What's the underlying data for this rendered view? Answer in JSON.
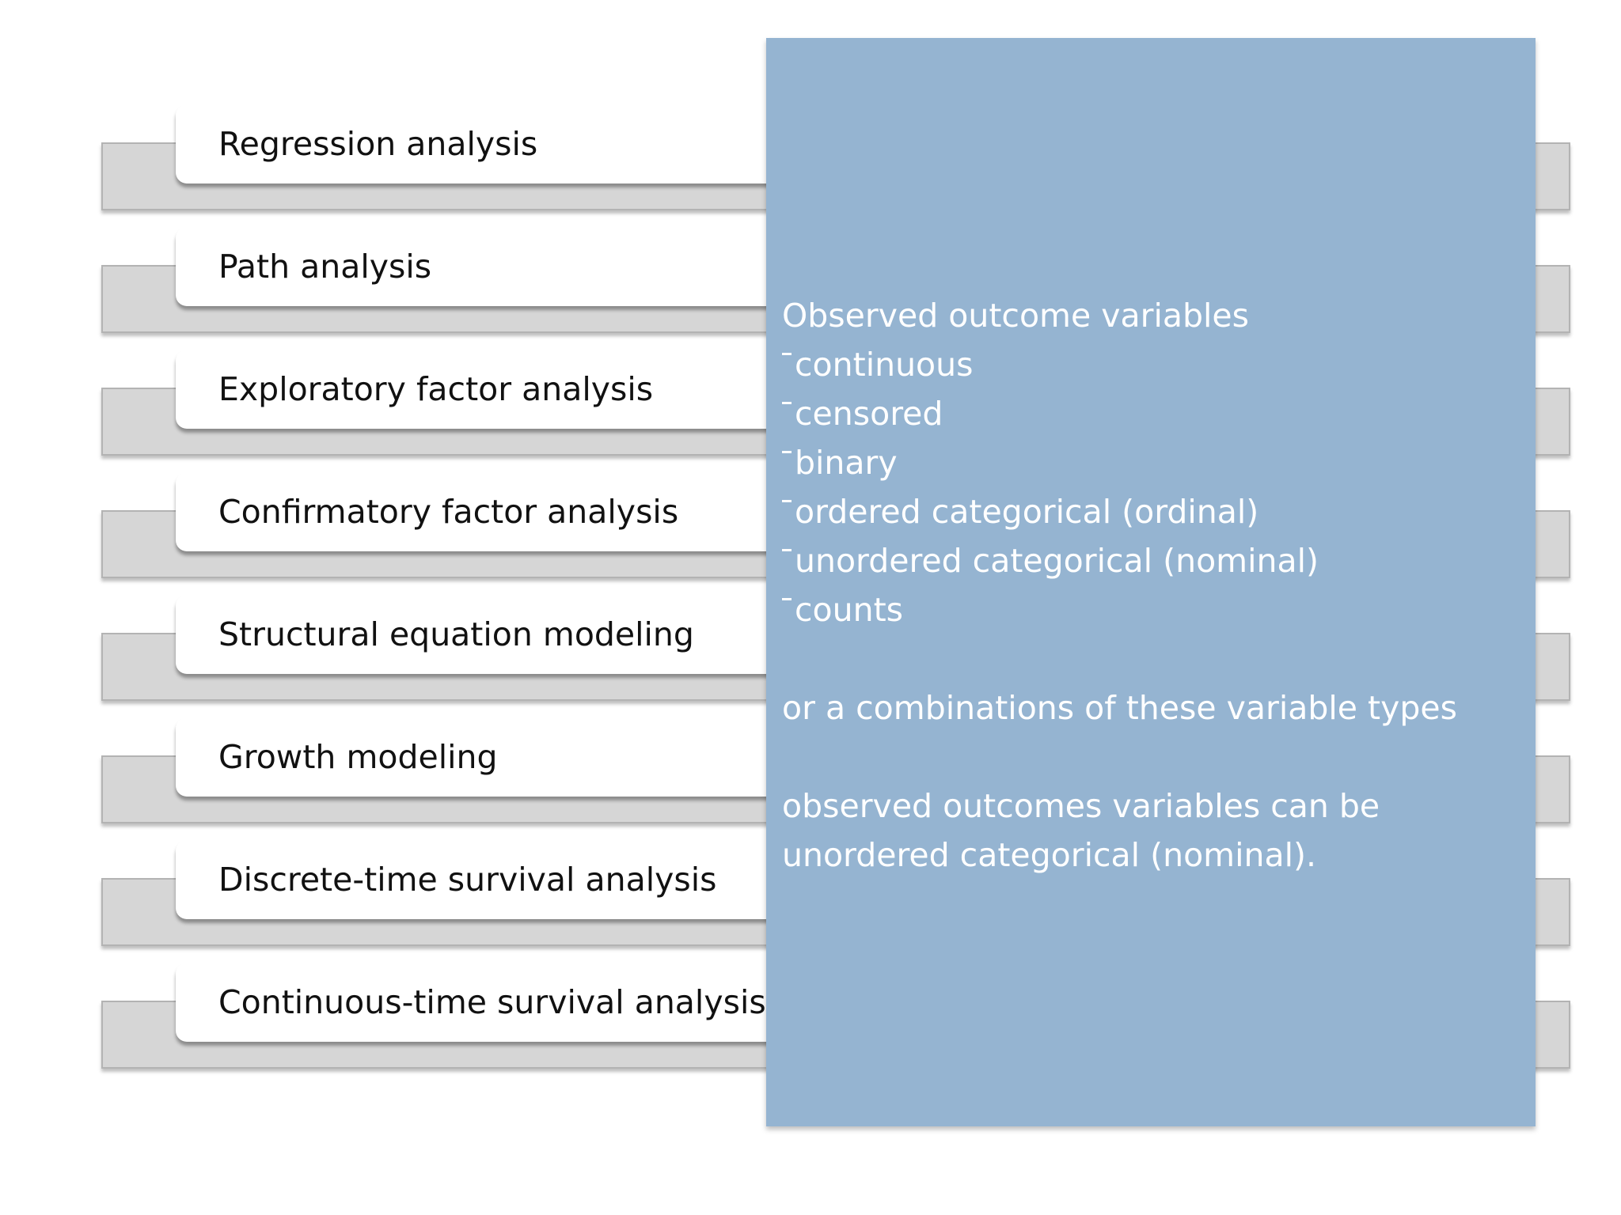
{
  "analyses": [
    "Regression analysis",
    "Path analysis",
    "Exploratory factor analysis",
    "Confirmatory factor analysis",
    "Structural equation modeling",
    "Growth modeling",
    "Discrete-time survival analysis",
    "Continuous-time survival analysis"
  ],
  "panel": {
    "heading": "Observed outcome variables",
    "types": [
      "continuous",
      "censored",
      "binary",
      "ordered categorical (ordinal)",
      "unordered categorical (nominal)",
      "counts"
    ],
    "combination_note": "or a combinations of these variable types",
    "nominal_note_line1": "observed outcomes variables can be",
    "nominal_note_line2": "unordered categorical (nominal)."
  },
  "colors": {
    "panel_bg": "#95b4d1",
    "back_bar": "#d6d6d6",
    "card_bg": "#ffffff",
    "panel_text": "#ffffff"
  }
}
